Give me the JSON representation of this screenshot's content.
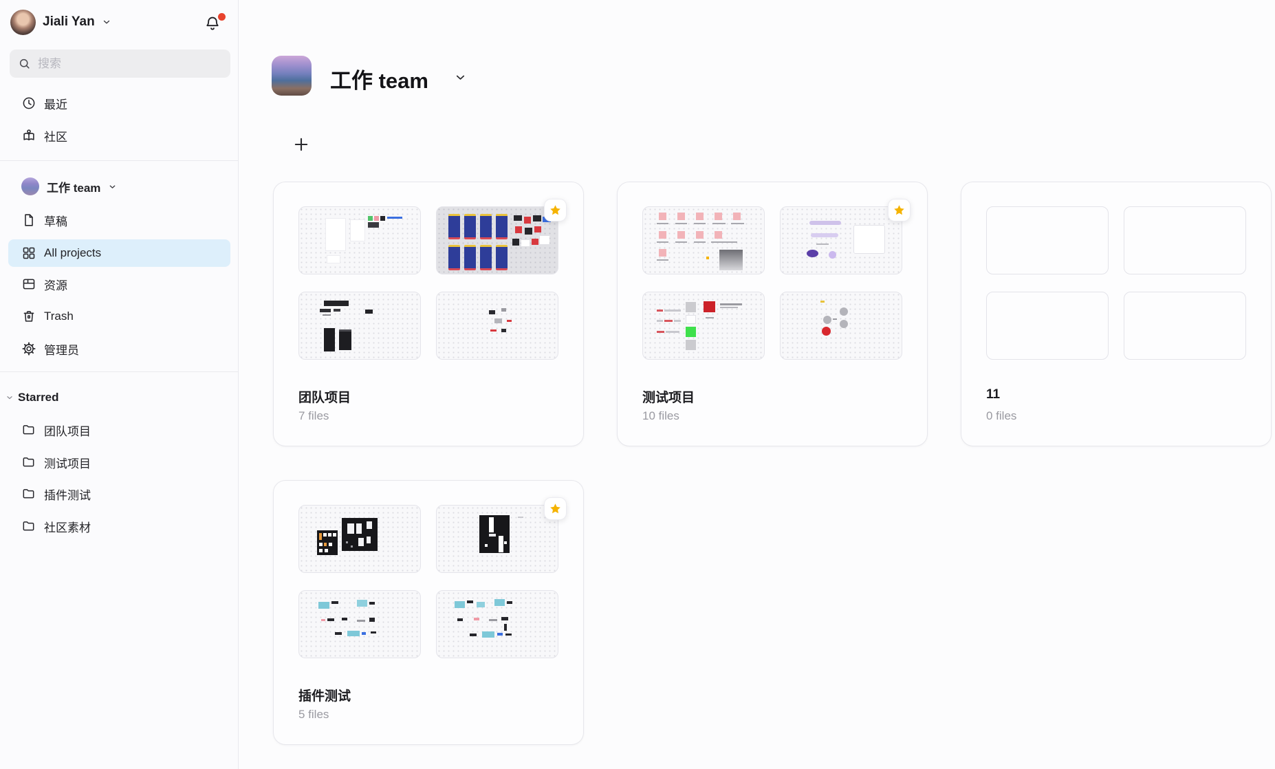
{
  "sidebar": {
    "user": {
      "name": "Jiali Yan"
    },
    "search_placeholder": "搜索",
    "top_items": [
      {
        "label": "最近",
        "icon": "clock-icon"
      },
      {
        "label": "社区",
        "icon": "community-icon"
      }
    ],
    "team": {
      "name": "工作 team"
    },
    "team_items": [
      {
        "label": "草稿",
        "icon": "draft-file-icon",
        "active": false
      },
      {
        "label": "All projects",
        "icon": "grid-icon",
        "active": true
      },
      {
        "label": "资源",
        "icon": "resources-icon",
        "active": false
      },
      {
        "label": "Trash",
        "icon": "trash-icon",
        "active": false
      },
      {
        "label": "管理员",
        "icon": "gear-icon",
        "active": false
      }
    ],
    "starred_label": "Starred",
    "starred_folders": [
      {
        "label": "团队项目",
        "icon": "folder-icon"
      },
      {
        "label": "测试项目",
        "icon": "folder-icon"
      },
      {
        "label": "插件测试",
        "icon": "folder-icon"
      },
      {
        "label": "社区素材",
        "icon": "folder-icon"
      }
    ]
  },
  "header": {
    "team_name": "工作 team",
    "add_icon": "plus-icon"
  },
  "projects": [
    {
      "name": "团队项目",
      "files": "7 files",
      "starred": true,
      "thumbnails": 4
    },
    {
      "name": "测试项目",
      "files": "10 files",
      "starred": true,
      "thumbnails": 4
    },
    {
      "name": "11",
      "files": "0 files",
      "starred": false,
      "thumbnails": 0
    },
    {
      "name": "插件测试",
      "files": "5 files",
      "starred": true,
      "thumbnails": 4
    }
  ],
  "colors": {
    "selected_item_bg": "#DDEFFB",
    "star_gold": "#F5B301",
    "notification_dot": "#E8432D",
    "sidebar_bg": "#FBFBFD",
    "card_border": "#E7E7EC",
    "muted_text": "#9A9AA1"
  }
}
